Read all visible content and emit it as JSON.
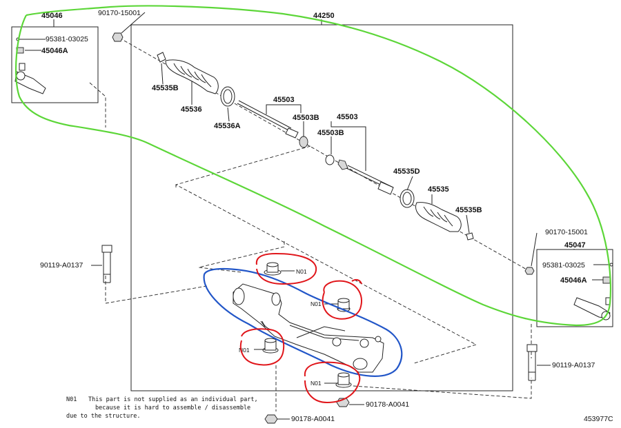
{
  "diagram": {
    "labels": {
      "assy": "44250",
      "tie_end_left": "45046",
      "tie_end_right": "45047",
      "cotter_pin_l": "95381-03025",
      "nut_l": "45046A",
      "cotter_pin_r": "95381-03025",
      "nut_r": "45046A",
      "nut_top_l": "90170-15001",
      "nut_top_r": "90170-15001",
      "clamp_l": "45535B",
      "boot_l": "45536",
      "band_l": "45536A",
      "rod_top": "45503",
      "rod_end_top": "45503B",
      "rod_mid": "45503",
      "rod_end_mid": "45503B",
      "clip_r": "45535D",
      "boot_r": "45535",
      "clamp_r": "45535B",
      "bolt_l": "90119-A0137",
      "bolt_r": "90119-A0137",
      "nut_bottom_r": "90178-A0041",
      "nut_bottom_l": "90178-A0041",
      "n01_a": "N01",
      "n01_b": "N01",
      "n01_c": "N01",
      "n01_d": "N01",
      "note_key": "N01",
      "note_line1": "This part is not supplied as an individual part,",
      "note_line2": "because it is hard to assemble / disassemble",
      "note_line3": "due to the structure.",
      "ref": "453977C"
    },
    "annotation_colors": {
      "green": "#5cd638",
      "red": "#e0151a",
      "blue": "#2256c8"
    }
  }
}
